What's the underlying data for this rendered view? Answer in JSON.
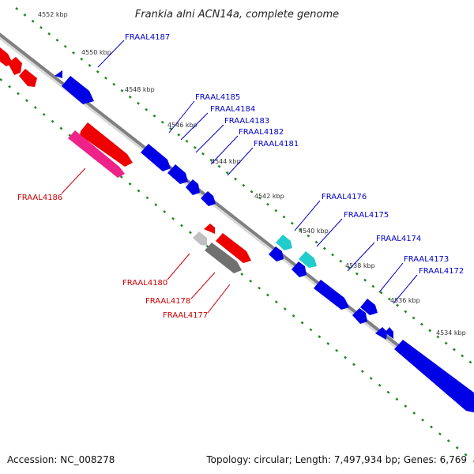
{
  "title": "Frankia alni ACN14a, complete genome",
  "footer": {
    "accession": "Accession: NC_008278",
    "topology": "Topology: circular; Length: 7,497,934 bp; Genes: 6,769"
  },
  "colors": {
    "backbone": "#808080",
    "tick": "#1e8a1e",
    "forward_gene": "#0000e6",
    "reverse_gene": "#ee0000",
    "pink_gene": "#ee2288",
    "cyan_gene": "#22cccc",
    "gray_gene": "#707070",
    "light_gray_gene": "#c0c0c0",
    "forward_label": "#0000cc",
    "reverse_label": "#cc0000"
  },
  "kbp_labels": [
    "4552 kbp",
    "4550 kbp",
    "4548 kbp",
    "4546 kbp",
    "4544 kbp",
    "4542 kbp",
    "4540 kbp",
    "4538 kbp",
    "4536 kbp",
    "4534 kbp"
  ],
  "forward_gene_labels": [
    "FRAAL4187",
    "FRAAL4185",
    "FRAAL4184",
    "FRAAL4183",
    "FRAAL4182",
    "FRAAL4181",
    "FRAAL4176",
    "FRAAL4175",
    "FRAAL4174",
    "FRAAL4173",
    "FRAAL4172"
  ],
  "reverse_gene_labels": [
    "FRAAL4186",
    "FRAAL4180",
    "FRAAL4178",
    "FRAAL4177"
  ]
}
